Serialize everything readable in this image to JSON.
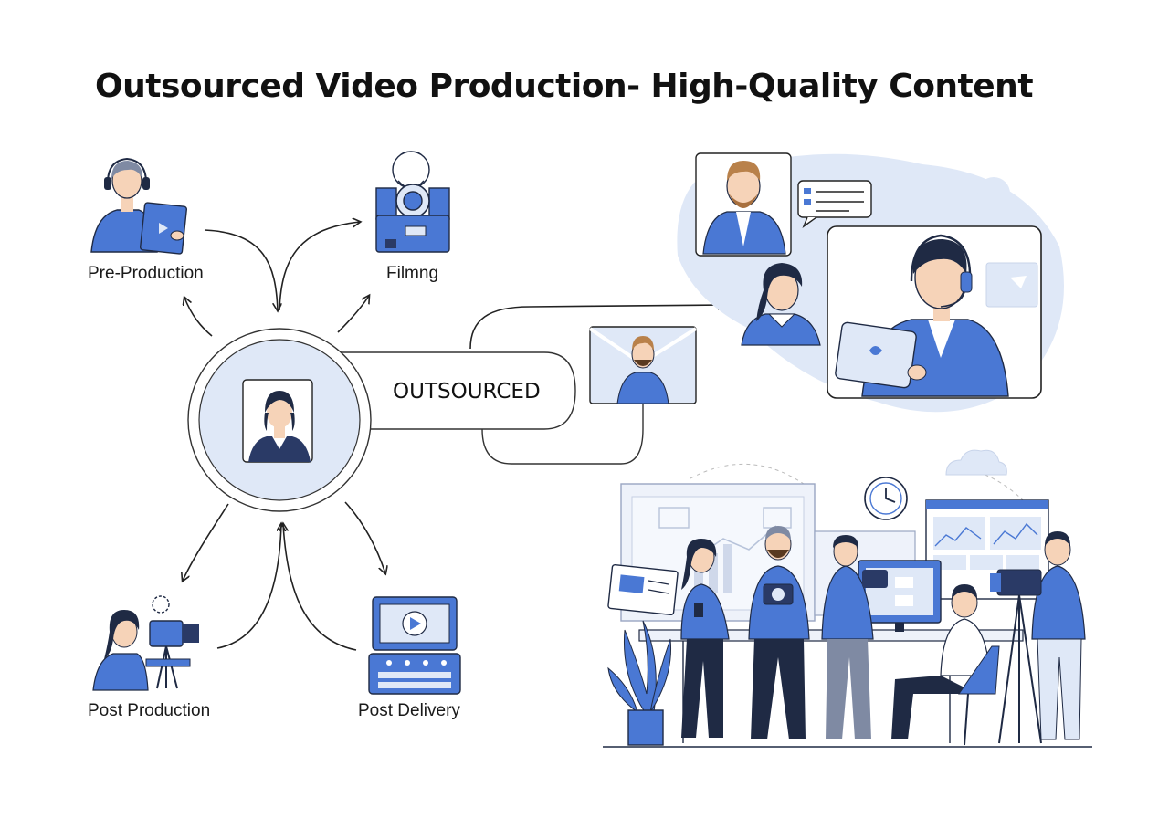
{
  "title": "Outsourced Video Production- High-Quality Content",
  "center": {
    "label": "OUTSOURCED"
  },
  "stages": [
    {
      "label": "Pre-Production",
      "icon": "presenter-with-tablet-icon"
    },
    {
      "label": "Filmng",
      "icon": "video-camera-icon"
    },
    {
      "label": "Post Production",
      "icon": "camera-operator-icon"
    },
    {
      "label": "Post Delivery",
      "icon": "video-editing-console-icon"
    }
  ],
  "colors": {
    "accent": "#4a78d4",
    "accent_light": "#dfe8f7",
    "line": "#222222",
    "skin": "#f6d3b8",
    "hair": "#1f2a44"
  }
}
